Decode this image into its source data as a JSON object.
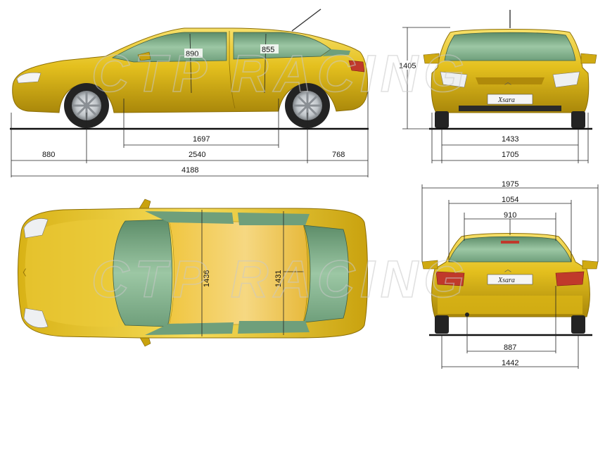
{
  "colors": {
    "body": "#e4c01e",
    "body_dark": "#b2900a",
    "body_light": "#f5dc55",
    "glass": "#7fae88",
    "glass_dark": "#4f7d5b",
    "tire": "#232323",
    "wheel": "#cfd3d6",
    "dim_line": "#222222"
  },
  "watermark": {
    "text": "CTP RACING"
  },
  "side_view": {
    "window_front_label": "890",
    "window_rear_label": "855",
    "track_label": "1697",
    "front_overhang": "880",
    "wheelbase": "2540",
    "rear_overhang": "768",
    "total_length": "4188"
  },
  "front_view": {
    "height": "1405",
    "track_front": "1433",
    "width": "1705",
    "badge": "Xsara"
  },
  "top_view": {
    "front_cabin_width": "1436",
    "rear_cabin_width": "1431"
  },
  "rear_view": {
    "width_mirrors": "1975",
    "shoulder_width": "1054",
    "rear_window_width": "910",
    "lower_width": "887",
    "track_rear": "1442",
    "badge": "Xsara"
  }
}
